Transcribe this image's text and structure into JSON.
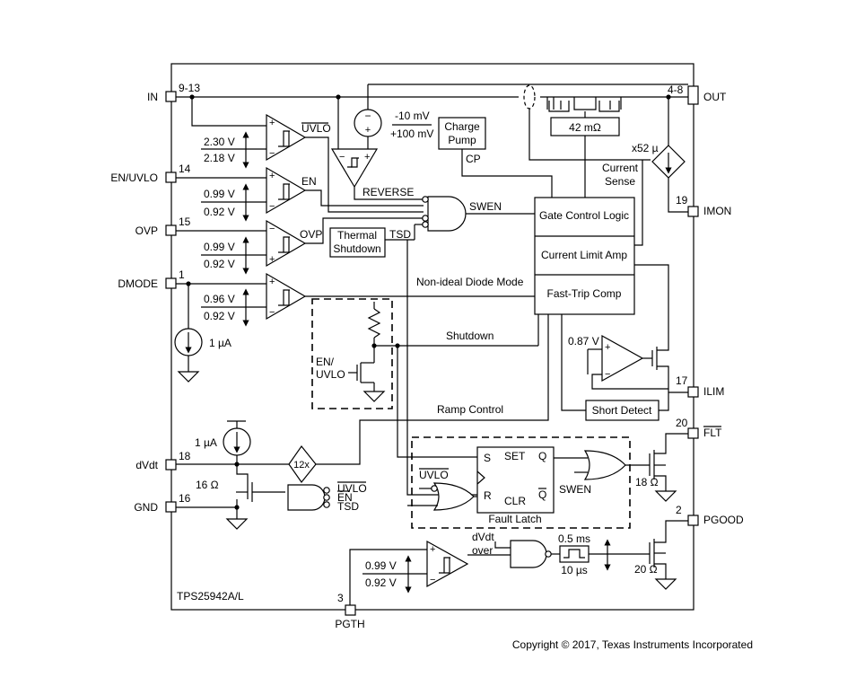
{
  "device": "TPS25942A/L",
  "copyright": "Copyright © 2017, Texas Instruments Incorporated",
  "pins": {
    "in": {
      "name": "IN",
      "num": "9-13"
    },
    "en_uvlo": {
      "name": "EN/UVLO",
      "num": "14"
    },
    "ovp": {
      "name": "OVP",
      "num": "15"
    },
    "dmode": {
      "name": "DMODE",
      "num": "1"
    },
    "dvdt": {
      "name": "dVdt",
      "num": "18"
    },
    "gnd": {
      "name": "GND",
      "num": "16"
    },
    "pgth": {
      "name": "PGTH",
      "num": "3"
    },
    "out": {
      "name": "OUT",
      "num": "4-8"
    },
    "imon": {
      "name": "IMON",
      "num": "19"
    },
    "ilim": {
      "name": "ILIM",
      "num": "17"
    },
    "flt": {
      "name": "FLT",
      "num": "20"
    },
    "pgood": {
      "name": "PGOOD",
      "num": "2"
    }
  },
  "blocks": {
    "charge_pump_l1": "Charge",
    "charge_pump_l2": "Pump",
    "thermal_l1": "Thermal",
    "thermal_l2": "Shutdown",
    "gate_control": "Gate Control Logic",
    "current_limit": "Current Limit Amp",
    "fast_trip": "Fast-Trip Comp",
    "short_detect": "Short Detect",
    "resistor_42": "42 mΩ",
    "fault_latch": "Fault Latch",
    "latch_set": "SET",
    "latch_clr": "CLR",
    "latch_s": "S",
    "latch_r": "R",
    "latch_q": "Q",
    "latch_qbar": "Q"
  },
  "labels": {
    "uvlo": "UVLO",
    "en": "EN",
    "ovp": "OVP",
    "reverse": "REVERSE",
    "swen": "SWEN",
    "swen2": "SWEN",
    "cp": "CP",
    "tsd": "TSD",
    "tsd2": "TSD",
    "uvlo2": "UVLO",
    "en2": "EN",
    "uvlo3": "UVLO",
    "en_uvlo_l1": "EN/",
    "en_uvlo_l2": "UVLO",
    "non_ideal": "Non-ideal Diode Mode",
    "shutdown": "Shutdown",
    "ramp": "Ramp Control",
    "current_sense_l1": "Current",
    "current_sense_l2": "Sense",
    "x52": "x52 µ",
    "gain12": "12x",
    "dvdt_over_l1": "dVdt",
    "dvdt_over_l2": "over",
    "t05ms": "0.5 ms",
    "t10us": "10 µs",
    "neg10mv": "-10 mV",
    "pos100mv": "+100 mV",
    "v087": "0.87 V"
  },
  "thresholds": {
    "uvlo_hi": "2.30 V",
    "uvlo_lo": "2.18 V",
    "en_hi": "0.99 V",
    "en_lo": "0.92 V",
    "ovp_hi": "0.99 V",
    "ovp_lo": "0.92 V",
    "dmode_hi": "0.96 V",
    "dmode_lo": "0.92 V",
    "pg_hi": "0.99 V",
    "pg_lo": "0.92 V"
  },
  "components": {
    "i_dmode": "1 µA",
    "i_dvdt": "1 µA",
    "r16": "16 Ω",
    "r18": "18 Ω",
    "r20": "20 Ω"
  }
}
